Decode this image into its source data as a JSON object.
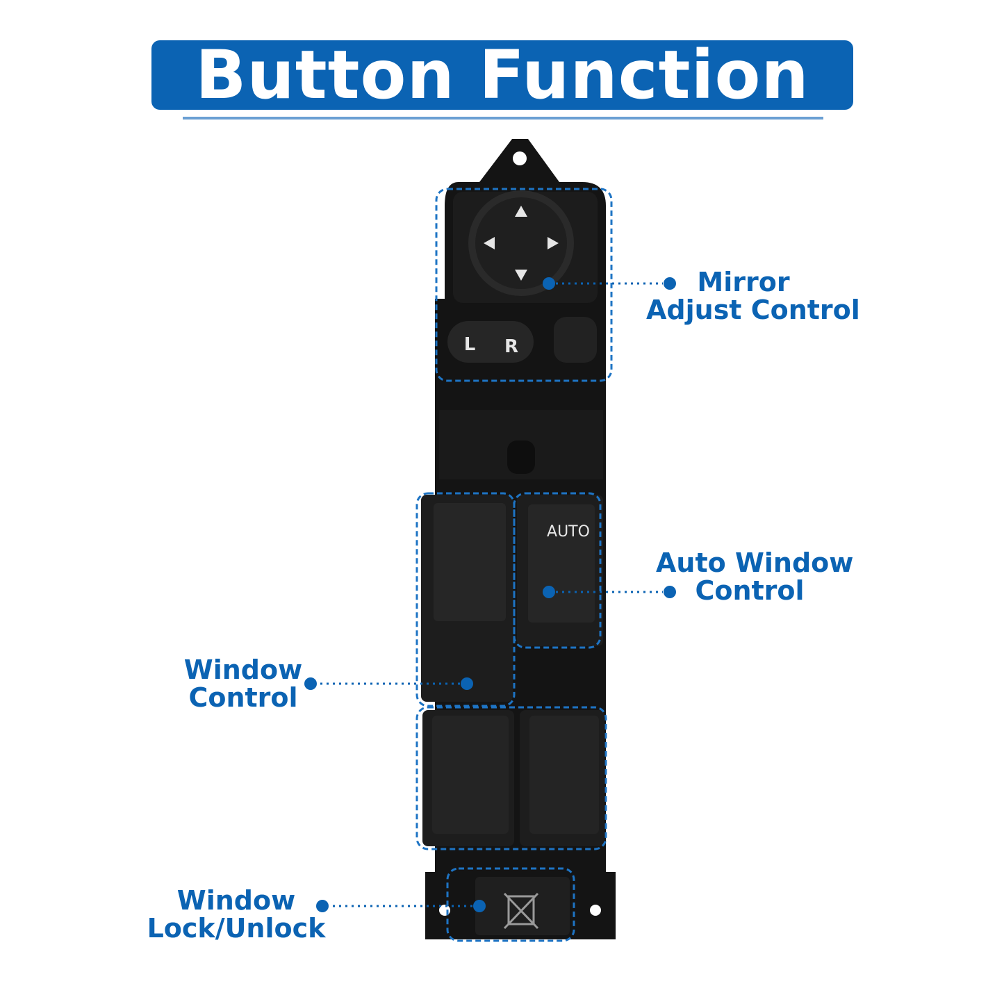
{
  "title": "Button Function",
  "colors": {
    "accent": "#0b63b3",
    "rule": "#6a9fd3",
    "device": "#111111",
    "button_text": "#e6e6e6"
  },
  "buttons": {
    "mirror_left_label": "L",
    "mirror_right_label": "R",
    "auto_label": "AUTO"
  },
  "callouts": {
    "mirror": {
      "line1": "Mirror",
      "line2": "Adjust Control"
    },
    "auto_window": {
      "line1": "Auto Window",
      "line2": "Control"
    },
    "window": {
      "line1": "Window",
      "line2": "Control"
    },
    "lock": {
      "line1": "Window",
      "line2": "Lock/Unlock"
    }
  },
  "icons": {
    "mirror_arrows": "arrow-up-down-left-right-icon",
    "lock_symbol": "window-lock-icon"
  }
}
